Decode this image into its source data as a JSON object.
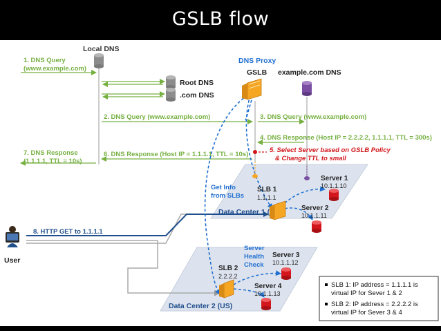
{
  "title": "GSLB flow",
  "nodes": {
    "local_dns": "Local DNS",
    "dns_proxy": "DNS Proxy",
    "gslb": "GSLB",
    "example_dns": "example.com DNS",
    "root_dns": "Root DNS",
    "com_dns": ".com DNS",
    "user": "User",
    "slb1": {
      "name": "SLB 1",
      "ip": "1.1.1.1"
    },
    "slb2": {
      "name": "SLB 2",
      "ip": "2.2.2.2"
    },
    "server1": {
      "name": "Server 1",
      "ip": "10.1.1.10"
    },
    "server2": {
      "name": "Server 2",
      "ip": "10.1.1.11"
    },
    "server3": {
      "name": "Server 3",
      "ip": "10.1.1.12"
    },
    "server4": {
      "name": "Server 4",
      "ip": "10.1.1.13"
    },
    "dc1": "Data Center 1 (KR)",
    "dc2": "Data Center 2 (US)"
  },
  "steps": {
    "s1_a": "1. DNS Query",
    "s1_b": "(www.example.com)",
    "s2": "2. DNS Query (www.example.com)",
    "s3": "3. DNS Query (www.example.com)",
    "s4": "4. DNS Response (Host IP = 2.2.2.2, 1.1.1.1, TTL = 300s)",
    "s5_a": "5. Select Server based on GSLB Policy",
    "s5_b": "& Change TTL to small",
    "s6": "6. DNS Response (Host IP = 1.1.1.1, TTL = 10s)",
    "s7_a": "7. DNS Response",
    "s7_b": "(1.1.1.1, TTL = 10s)",
    "s8": "8. HTTP GET to 1.1.1.1"
  },
  "labels": {
    "get_info_a": "Get Info",
    "get_info_b": "from SLBs",
    "health_a": "Server",
    "health_b": "Health",
    "health_c": "Check"
  },
  "legend": {
    "line1_a": "SLB 1: IP address = 1.1.1.1 is",
    "line1_b": "virtual IP for Sever 1 & 2",
    "line2_a": "SLB 2: IP address = 2.2.2.2 is",
    "line2_b": "virtual IP for Sever 3 & 4"
  },
  "colors": {
    "green": "#76b041",
    "blue": "#1f4e8c",
    "dashed_blue": "#1f6fd0",
    "red": "#d2161b",
    "orange": "#f5a623",
    "purple": "#7a4fa3",
    "gray": "#8a8a8a",
    "panel": "#dde3ee"
  }
}
